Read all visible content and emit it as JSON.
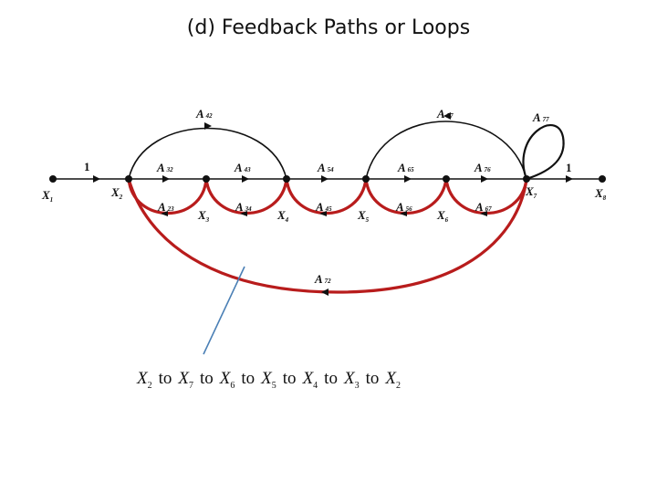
{
  "slide": {
    "title": "(d)  Feedback Paths or Loops"
  },
  "colors": {
    "graph": "#111111",
    "loop_highlight": "#b81c1c",
    "pointer": "#4a7fb5"
  },
  "nodes": [
    {
      "id": "X1",
      "base": "X",
      "sub": "1"
    },
    {
      "id": "X2",
      "base": "X",
      "sub": "2"
    },
    {
      "id": "X3",
      "base": "X",
      "sub": "3"
    },
    {
      "id": "X4",
      "base": "X",
      "sub": "4"
    },
    {
      "id": "X5",
      "base": "X",
      "sub": "5"
    },
    {
      "id": "X6",
      "base": "X",
      "sub": "6"
    },
    {
      "id": "X7",
      "base": "X",
      "sub": "7"
    },
    {
      "id": "X8",
      "base": "X",
      "sub": "8"
    }
  ],
  "branches": [
    {
      "id": "in",
      "text": "1"
    },
    {
      "id": "A32",
      "base": "A",
      "sub": "32"
    },
    {
      "id": "A43",
      "base": "A",
      "sub": "43"
    },
    {
      "id": "A54",
      "base": "A",
      "sub": "54"
    },
    {
      "id": "A65",
      "base": "A",
      "sub": "65"
    },
    {
      "id": "A76",
      "base": "A",
      "sub": "76"
    },
    {
      "id": "out",
      "text": "1"
    },
    {
      "id": "A23",
      "base": "A",
      "sub": "23"
    },
    {
      "id": "A34",
      "base": "A",
      "sub": "34"
    },
    {
      "id": "A45",
      "base": "A",
      "sub": "45"
    },
    {
      "id": "A56",
      "base": "A",
      "sub": "56"
    },
    {
      "id": "A67",
      "base": "A",
      "sub": "67"
    },
    {
      "id": "A42",
      "base": "A",
      "sub": "42"
    },
    {
      "id": "A57",
      "base": "A",
      "sub": "57"
    },
    {
      "id": "A77",
      "base": "A",
      "sub": "77"
    },
    {
      "id": "A72",
      "base": "A",
      "sub": "72"
    }
  ],
  "loop_path": {
    "sequence": [
      {
        "base": "X",
        "sub": "2"
      },
      {
        "base": "X",
        "sub": "7"
      },
      {
        "base": "X",
        "sub": "6"
      },
      {
        "base": "X",
        "sub": "5"
      },
      {
        "base": "X",
        "sub": "4"
      },
      {
        "base": "X",
        "sub": "3"
      },
      {
        "base": "X",
        "sub": "2"
      }
    ],
    "connector": "to"
  }
}
